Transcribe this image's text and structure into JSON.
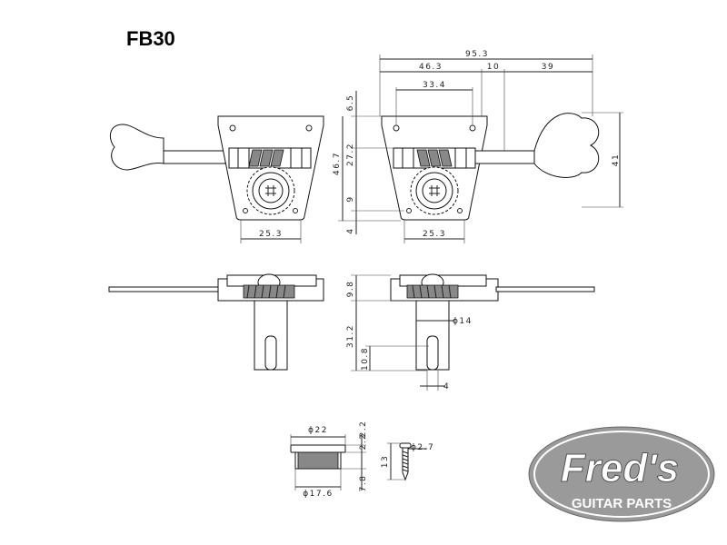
{
  "title": "FB30",
  "dimensions": {
    "overall_width": "95.3",
    "to_shaft": "46.3",
    "shaft_to_post": "10",
    "button_length": "39",
    "hole_spacing": "33.4",
    "top_offset": "6.5",
    "plate_height": "46.7",
    "worm_height": "27.2",
    "gear_offset": "9",
    "bottom_offset": "4",
    "button_height": "41",
    "plate_width_left": "25.3",
    "plate_width_right": "25.3",
    "side_height": "9.8",
    "post_length": "31.2",
    "post_diameter": "ϕ14",
    "slot_depth": "10.8",
    "slot_width": "4",
    "bushing_diameter": "ϕ22",
    "bushing_flange": "2.2",
    "bushing_step": "2.2",
    "bushing_inner": "ϕ17.6",
    "bushing_height": "7.8",
    "screw_diameter": "ϕ2.7",
    "screw_length": "13"
  },
  "logo": {
    "name": "Fred's",
    "tagline": "GUITAR PARTS"
  },
  "colors": {
    "line": "#222222",
    "logo_fill": "#9a9a9a"
  }
}
